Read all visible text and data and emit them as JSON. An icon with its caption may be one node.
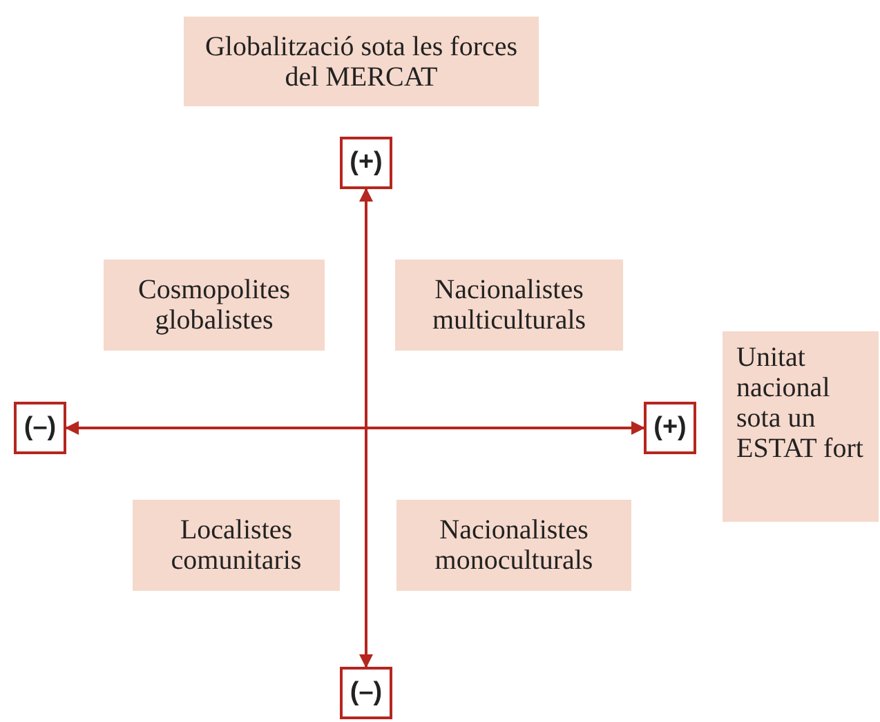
{
  "diagram": {
    "nodes": [
      {
        "text": [
          "Globalització sota les forces del MERCAT"
        ]
      },
      {
        "text": [
          "(+)"
        ]
      },
      {
        "text": [
          "Cosmopolites globalistes"
        ]
      },
      {
        "text": [
          "Nacionalistes multiculturals"
        ]
      },
      {
        "text": [
          "Unitat nacional sota un ESTAT fort"
        ]
      },
      {
        "text": [
          "(–)"
        ]
      },
      {
        "text": [
          "(+)"
        ]
      },
      {
        "text": [
          "Localistes comunitaris"
        ]
      },
      {
        "text": [
          "Nacionalistes monoculturals"
        ]
      },
      {
        "text": [
          "(–)"
        ]
      }
    ],
    "edges": [
      {
        "from": 9,
        "to": 1,
        "arrow": "both"
      },
      {
        "from": 5,
        "to": 6,
        "arrow": "both"
      }
    ]
  }
}
